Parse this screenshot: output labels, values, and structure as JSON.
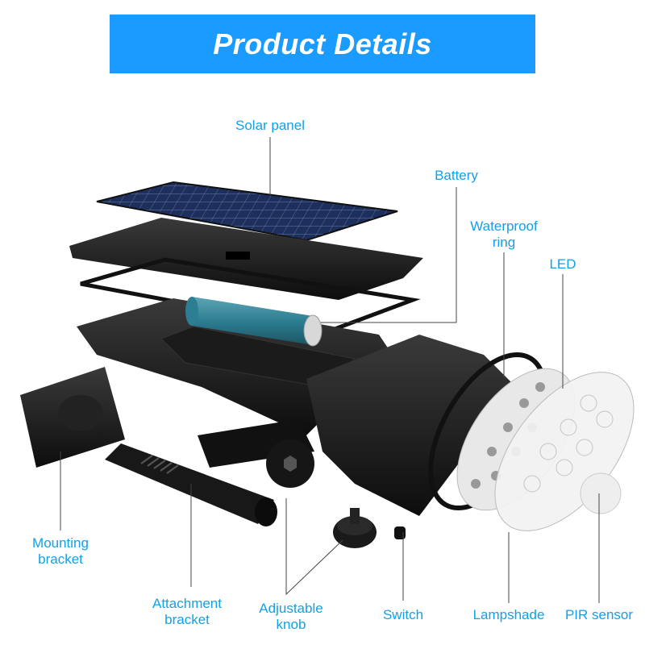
{
  "header": {
    "title": "Product Details"
  },
  "labels": {
    "solar_panel": "Solar panel",
    "battery": "Battery",
    "waterproof_ring_1": "Waterproof",
    "waterproof_ring_2": "ring",
    "led": "LED",
    "mounting_bracket_1": "Mounting",
    "mounting_bracket_2": "bracket",
    "attachment_bracket_1": "Attachment",
    "attachment_bracket_2": "bracket",
    "adjustable_knob_1": "Adjustable",
    "adjustable_knob_2": "knob",
    "switch": "Switch",
    "lampshade": "Lampshade",
    "pir_sensor": "PIR sensor"
  },
  "colors": {
    "header": "#1a9bff",
    "label": "#12a0e8",
    "leader": "#444444"
  }
}
